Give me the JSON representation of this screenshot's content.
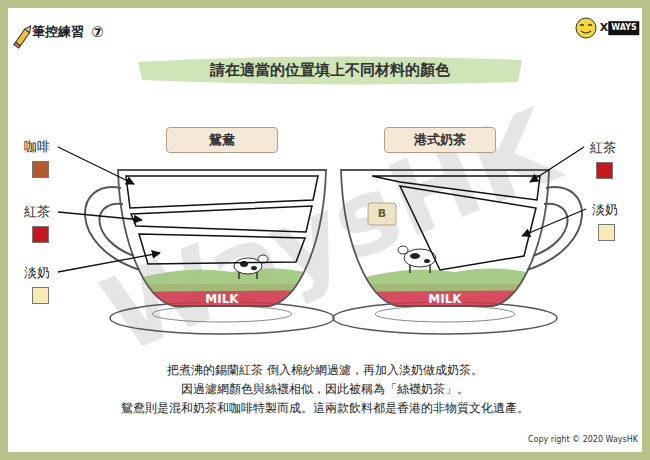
{
  "diagram": {
    "title": "請在適當的位置填上不同材料的顏色",
    "nodes": [
      {
        "text": [
          "鴛鴦"
        ]
      },
      {
        "text": [
          "港式奶茶"
        ]
      }
    ],
    "labels": [
      "筆控練習",
      "⑦",
      "X",
      "WAYS",
      "WaysHK",
      "MILK",
      "MILK",
      "B",
      "把煮沸的錫蘭紅茶 倒入棉紗網過濾，再加入淡奶做成奶茶。",
      "因過濾網顏色與絲襪相似，因此被稱為「絲襪奶茶」。",
      "鴛鴦則是混和奶茶和咖啡特製而成。這兩款飲料都是香港的非物質文化遺產。",
      "Copy right © 2020 WaysHK"
    ],
    "legend": [
      {
        "text": "咖啡",
        "color": "#b4582d"
      },
      {
        "text": "紅茶",
        "color": "#c8161d"
      },
      {
        "text": "淡奶",
        "color": "#f6ebb5"
      },
      {
        "text": "紅茶",
        "color": "#c8161d"
      },
      {
        "text": "淡奶",
        "color": "#f6ebb5"
      }
    ]
  }
}
